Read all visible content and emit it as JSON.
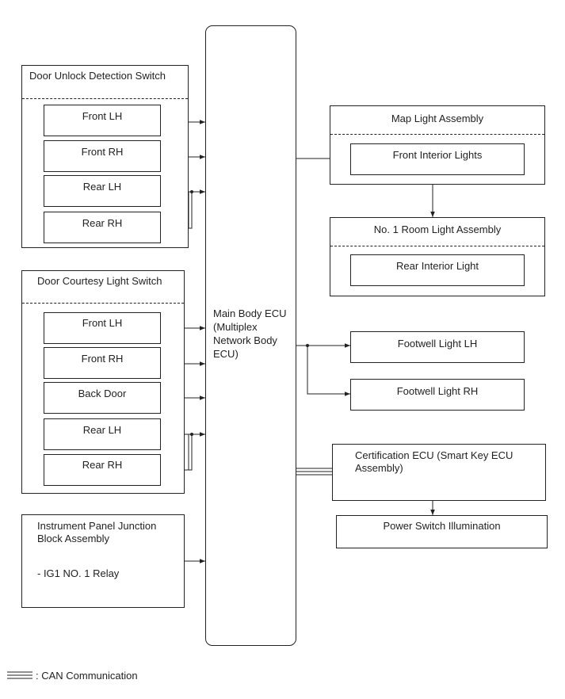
{
  "ecu": {
    "lines": [
      "Main Body ECU",
      "(Multiplex",
      "Network Body",
      "ECU)"
    ]
  },
  "unlock": {
    "title": "Door Unlock Detection Switch",
    "items": [
      "Front LH",
      "Front RH",
      "Rear LH",
      "Rear RH"
    ]
  },
  "courtesy": {
    "title": "Door Courtesy Light Switch",
    "items": [
      "Front LH",
      "Front RH",
      "Back Door",
      "Rear LH",
      "Rear RH"
    ]
  },
  "ipjb": {
    "lines": [
      "Instrument Panel Junction",
      "Block Assembly"
    ],
    "relay": "- IG1 NO. 1 Relay"
  },
  "map_light": {
    "title": "Map Light Assembly",
    "inner": "Front Interior Lights"
  },
  "room_light": {
    "title": "No. 1 Room Light Assembly",
    "inner": "Rear Interior Light"
  },
  "footwell": {
    "lh": "Footwell Light LH",
    "rh": "Footwell Light RH"
  },
  "cert": {
    "lines": [
      "Certification ECU (Smart Key ECU",
      "Assembly)"
    ]
  },
  "power_switch": "Power Switch Illumination",
  "legend": {
    "label": ": CAN Communication"
  }
}
